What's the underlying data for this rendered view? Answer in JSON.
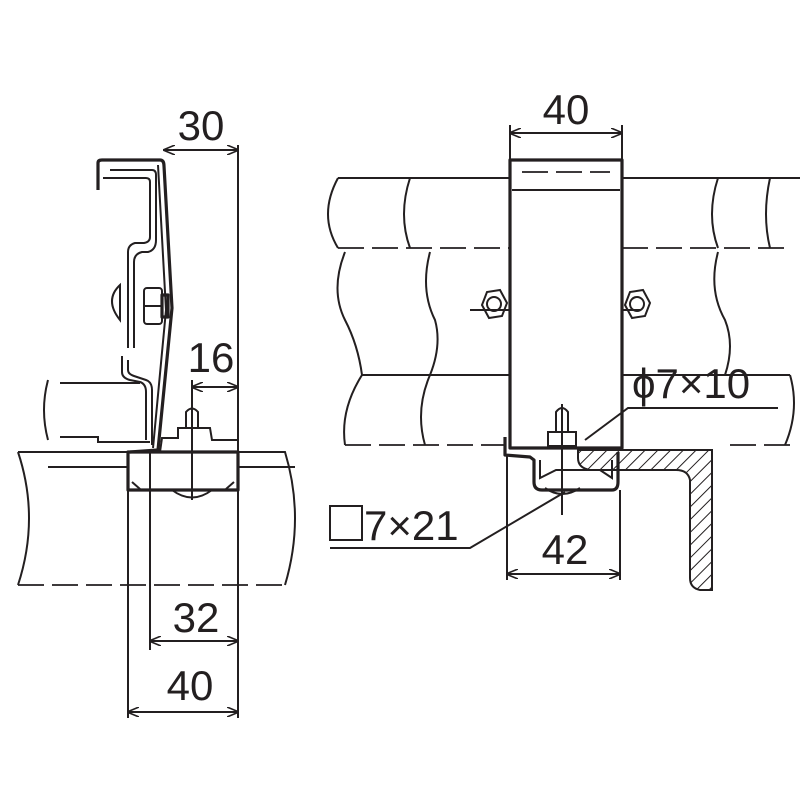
{
  "drawing": {
    "side_view": {
      "dim_top_width": "30",
      "dim_offset": "16",
      "dim_inner_width": "32",
      "dim_outer_width": "40"
    },
    "front_view": {
      "dim_top_width": "40",
      "dim_bottom_width": "42",
      "hole_spec": "ϕ7×10",
      "square_hole_spec": "7×21"
    },
    "colors": {
      "line": "#231f20",
      "background": "#ffffff"
    }
  }
}
